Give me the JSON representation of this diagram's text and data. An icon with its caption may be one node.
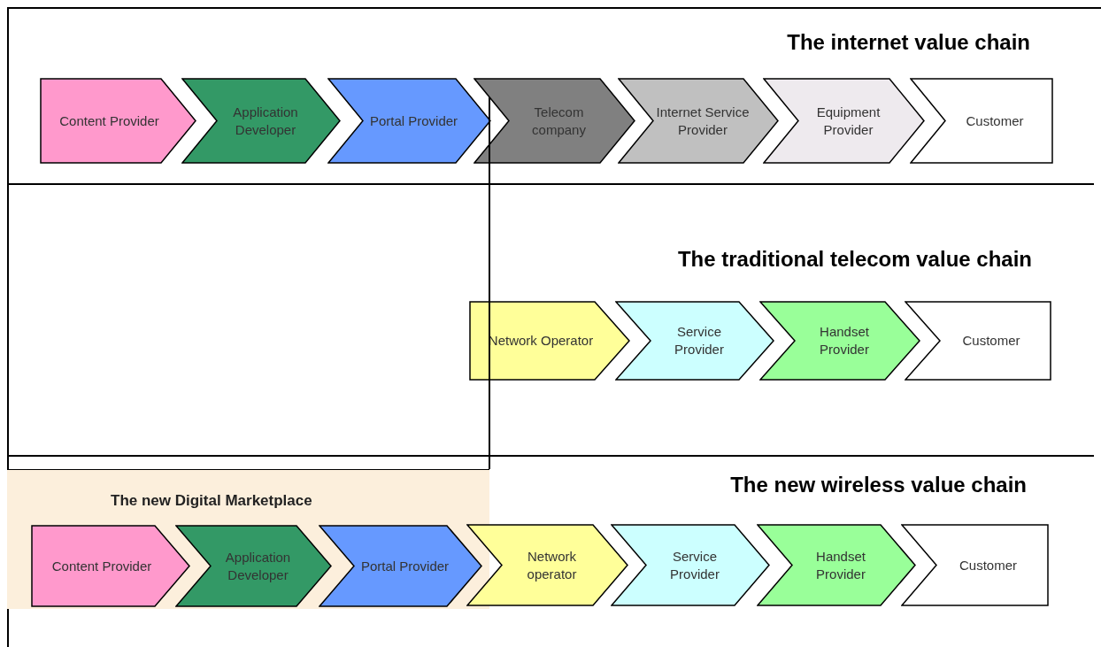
{
  "diagram": {
    "nodes": [
      {
        "text": [
          "Content Provider"
        ]
      },
      {
        "text": [
          "Application Developer"
        ]
      },
      {
        "text": [
          "Portal Provider"
        ]
      },
      {
        "text": [
          "Telecom company"
        ]
      },
      {
        "text": [
          "Internet Service Provider"
        ]
      },
      {
        "text": [
          "Equipment Provider"
        ]
      },
      {
        "text": [
          "Customer"
        ]
      },
      {
        "text": [
          "Network Operator"
        ]
      },
      {
        "text": [
          "Service Provider"
        ]
      },
      {
        "text": [
          "Handset Provider"
        ]
      },
      {
        "text": [
          "Customer"
        ]
      },
      {
        "text": [
          "The new Digital Marketplace"
        ]
      },
      {
        "text": [
          "Content Provider"
        ],
        "in": 11
      },
      {
        "text": [
          "Application Developer"
        ],
        "in": 11
      },
      {
        "text": [
          "Portal Provider"
        ],
        "in": 11
      },
      {
        "text": [
          "Network operator"
        ]
      },
      {
        "text": [
          "Service Provider"
        ]
      },
      {
        "text": [
          "Handset Provider"
        ]
      },
      {
        "text": [
          "Customer"
        ]
      }
    ],
    "edges": [],
    "labels": [
      "The internet value chain",
      "The traditional telecom value chain",
      "The new wireless value chain"
    ]
  }
}
